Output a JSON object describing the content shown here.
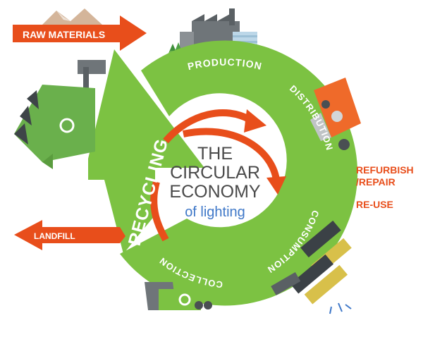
{
  "diagram": {
    "title_lines": [
      "THE",
      "CIRCULAR",
      "ECONOMY"
    ],
    "subtitle": "of lighting",
    "stages": {
      "production": "PRODUCTION",
      "distribution": "DISTRIBUTION",
      "consumption": "CONSUMPTION",
      "collection": "COLLECTION",
      "recycling": "RECYCLING"
    },
    "side_labels": {
      "raw_materials": "RAW MATERIALS",
      "landfill": "LANDFILL",
      "refurbish_line1": "REFURBISH",
      "refurbish_line2": "/REPAIR",
      "reuse": "RE-USE"
    },
    "colors": {
      "ring_green": "#7cc242",
      "arrow_orange": "#e84e1b",
      "title_gray": "#4a4a4a",
      "subtitle_blue": "#3f78c8"
    },
    "icons": [
      "factory-icon",
      "truck-icon",
      "mining-machine-icon",
      "recycling-truck-icon",
      "dismantled-lamps-icon",
      "mountains-icon"
    ]
  }
}
